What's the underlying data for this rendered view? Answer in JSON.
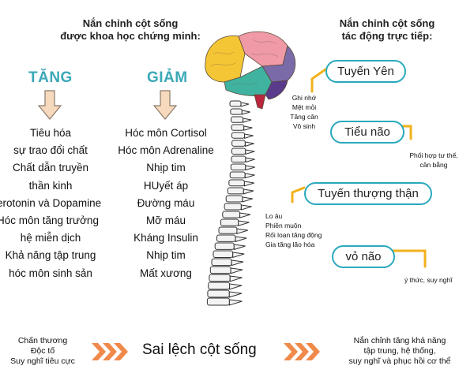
{
  "left_header": [
    "Nắn chỉnh cột sống",
    "được khoa học chứng minh:"
  ],
  "right_header": [
    "Nắn chỉnh cột sống",
    "tác động trực tiếp:"
  ],
  "increase": {
    "title": "TĂNG",
    "items": [
      "Tiêu hóa",
      "sự trao đổi chất",
      "Chất dẫn truyền",
      "thần kinh",
      "erotonin và Dopamine",
      "Hóc môn tăng trưởng",
      "hệ miễn dịch",
      "Khả năng tập trung",
      "hóc môn sinh sản"
    ]
  },
  "decrease": {
    "title": "GIẢM",
    "items": [
      "Hóc môn Cortisol",
      "Hóc môn  Adrenaline",
      "Nhịp tim",
      "HUyết áp",
      "Đường máu",
      "Mỡ máu",
      "Kháng Insulin",
      "Nhịp tim",
      "Mất xương"
    ]
  },
  "targets": [
    {
      "label": "Tuyến Yên",
      "notes": [
        "Ghi nhớ",
        "Mệt mỏi",
        "Tăng cân",
        "Vô sinh"
      ]
    },
    {
      "label": "Tiểu não",
      "notes": [
        "Phối hợp tư thế,",
        "cân bằng"
      ]
    },
    {
      "label": "Tuyến thượng thận",
      "notes": [
        "Lo âu",
        "Phiền muộn",
        "Rối loạn tăng động",
        "Gia tăng lão hóa"
      ]
    },
    {
      "label": "vỏ não",
      "notes": [
        "ý thức, suy nghĩ"
      ]
    }
  ],
  "bottom": {
    "causes": [
      "Chấn thương",
      "Độc tố",
      "Suy nghĩ tiêu cực"
    ],
    "center": "Sai lệch cột sống",
    "result": [
      "Nắn chỉnh tăng khả năng",
      "tập trung, hệ thống,",
      "suy nghĩ và phục hồi cơ thể"
    ]
  },
  "colors": {
    "accent_teal": "#3aa8b8",
    "bracket_yellow": "#f2b21b",
    "arrow_orange": "#f08a4b",
    "down_arrow_fill": "#f7d9bd"
  }
}
